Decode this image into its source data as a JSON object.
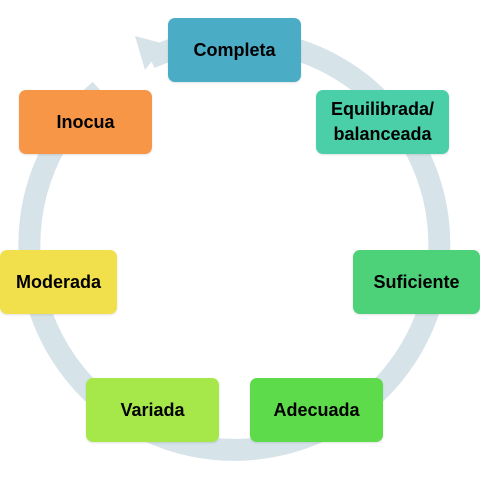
{
  "diagram": {
    "type": "cycle",
    "ring_color": "#d6e4ea",
    "nodes": [
      {
        "id": "completa",
        "label": "Completa",
        "color": "#4bacc6"
      },
      {
        "id": "equilibrada",
        "label": "Equilibrada/\nbalanceada",
        "color": "#4bcfa8"
      },
      {
        "id": "suficiente",
        "label": "Suficiente",
        "color": "#4dd27a"
      },
      {
        "id": "adecuada",
        "label": "Adecuada",
        "color": "#5ddb4a"
      },
      {
        "id": "variada",
        "label": "Variada",
        "color": "#a6e84a"
      },
      {
        "id": "moderada",
        "label": "Moderada",
        "color": "#f1e04b"
      },
      {
        "id": "inocua",
        "label": "Inocua",
        "color": "#f79646"
      }
    ]
  }
}
